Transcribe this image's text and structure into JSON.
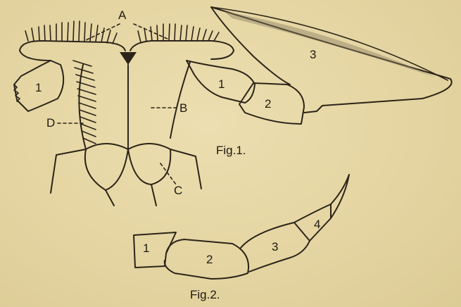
{
  "figure1": {
    "caption": "Fig.1.",
    "labels": {
      "A": "A",
      "B": "B",
      "C": "C",
      "D": "D"
    },
    "segments": [
      "1",
      "1",
      "2",
      "3"
    ]
  },
  "figure2": {
    "caption": "Fig.2.",
    "segments": [
      "1",
      "2",
      "3",
      "4"
    ]
  },
  "colors": {
    "paper": "#e6d7a6",
    "ink": "#2b2418"
  }
}
